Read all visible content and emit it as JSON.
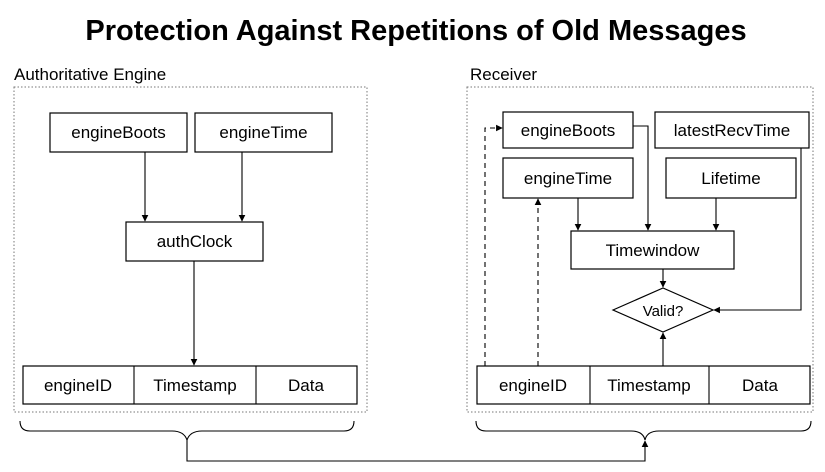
{
  "title": "Protection Against Repetitions of Old Messages",
  "left_panel": {
    "label": "Authoritative Engine",
    "engine_boots": "engineBoots",
    "engine_time": "engineTime",
    "auth_clock": "authClock",
    "message": [
      "engineID",
      "Timestamp",
      "Data"
    ]
  },
  "right_panel": {
    "label": "Receiver",
    "engine_boots": "engineBoots",
    "latest_recv_time": "latestRecvTime",
    "engine_time": "engineTime",
    "lifetime": "Lifetime",
    "timewindow": "Timewindow",
    "valid": "Valid?",
    "message": [
      "engineID",
      "Timestamp",
      "Data"
    ]
  }
}
